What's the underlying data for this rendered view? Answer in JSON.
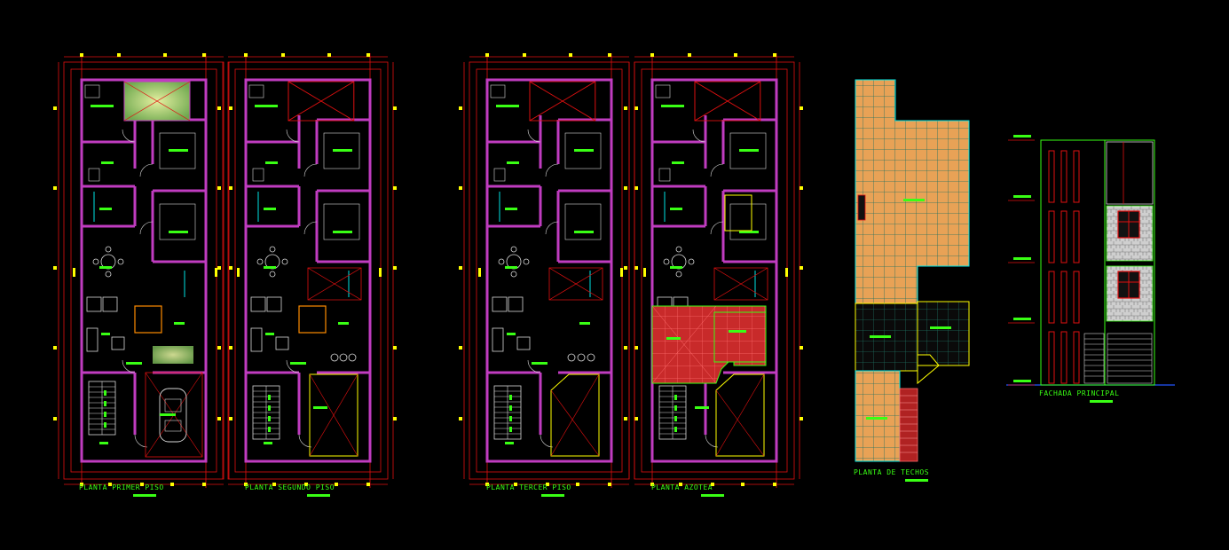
{
  "drawing": {
    "background": "#000000",
    "colors": {
      "wall": "#c03cc0",
      "dim": "#e01010",
      "text": "#39ff14",
      "mark": "#ffff00",
      "cyan": "#00e5e5",
      "white": "#d8d8d8",
      "roof_orange": "#e8a256",
      "roof_grid": "#1f6f5f",
      "tile_red": "#c82a2a",
      "yard_green": "#9fd06a"
    },
    "sheets": [
      {
        "id": "planta-primer-piso",
        "type": "floor-plan",
        "title": "PLANTA PRIMER PISO"
      },
      {
        "id": "planta-segundo-piso",
        "type": "floor-plan",
        "title": "PLANTA SEGUNDO PISO"
      },
      {
        "id": "planta-tercer-piso",
        "type": "floor-plan",
        "title": "PLANTA TERCER PISO"
      },
      {
        "id": "planta-azotea",
        "type": "floor-plan",
        "title": "PLANTA AZOTEA"
      },
      {
        "id": "planta-de-techos",
        "type": "roof-plan",
        "title": "PLANTA DE TECHOS"
      },
      {
        "id": "fachada-principal",
        "type": "elevation",
        "title": "FACHADA PRINCIPAL"
      }
    ]
  }
}
